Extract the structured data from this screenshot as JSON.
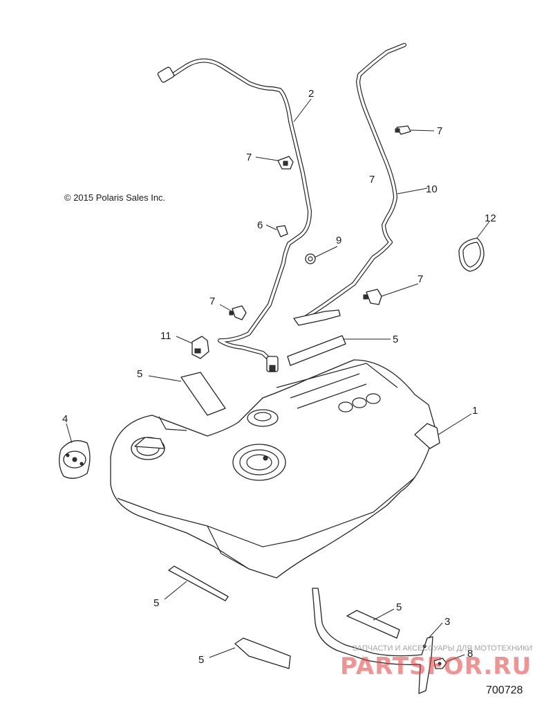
{
  "copyright": "© 2015 Polaris Sales Inc.",
  "reference_number": "700728",
  "callouts": {
    "c1": "1",
    "c2": "2",
    "c3": "3",
    "c4": "4",
    "c5a": "5",
    "c5b": "5",
    "c5c": "5",
    "c5d": "5",
    "c5e": "5",
    "c6": "6",
    "c7a": "7",
    "c7b": "7",
    "c7c": "7",
    "c7d": "7",
    "c7e": "7",
    "c8": "8",
    "c9": "9",
    "c10": "10",
    "c11": "11",
    "c12": "12"
  },
  "watermark": {
    "logo": "PARTSFOR.RU",
    "tagline": "ЗАПЧАСТИ И АКСЕССУАРЫ ДЛЯ МОТОТЕХНИКИ",
    "color": "#e33b3b"
  }
}
